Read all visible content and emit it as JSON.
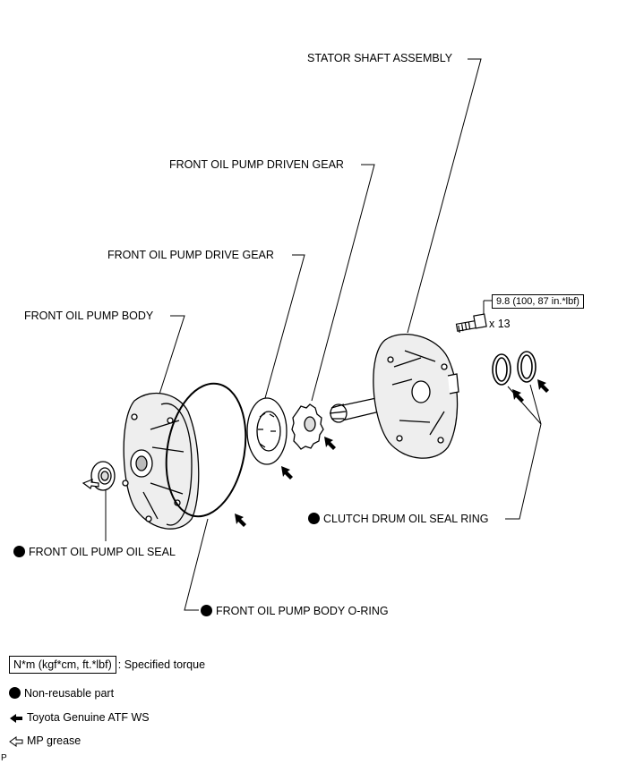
{
  "labels": {
    "stator_shaft": "STATOR SHAFT ASSEMBLY",
    "driven_gear": "FRONT OIL PUMP DRIVEN GEAR",
    "drive_gear": "FRONT OIL PUMP DRIVE GEAR",
    "pump_body": "FRONT OIL PUMP BODY",
    "clutch_seal_ring": "CLUTCH DRUM OIL SEAL RING",
    "oil_seal": "FRONT OIL PUMP OIL SEAL",
    "body_o_ring": "FRONT OIL PUMP BODY O-RING"
  },
  "torque": {
    "value": "9.8 (100, 87 in.*lbf)",
    "count": "x 13"
  },
  "legend": {
    "torque_box": "N*m (kgf*cm, ft.*lbf)",
    "torque_text": ": Specified torque",
    "non_reusable": "Non-reusable part",
    "atf": "Toyota Genuine ATF WS",
    "grease": "MP grease"
  },
  "corner_mark": "P"
}
